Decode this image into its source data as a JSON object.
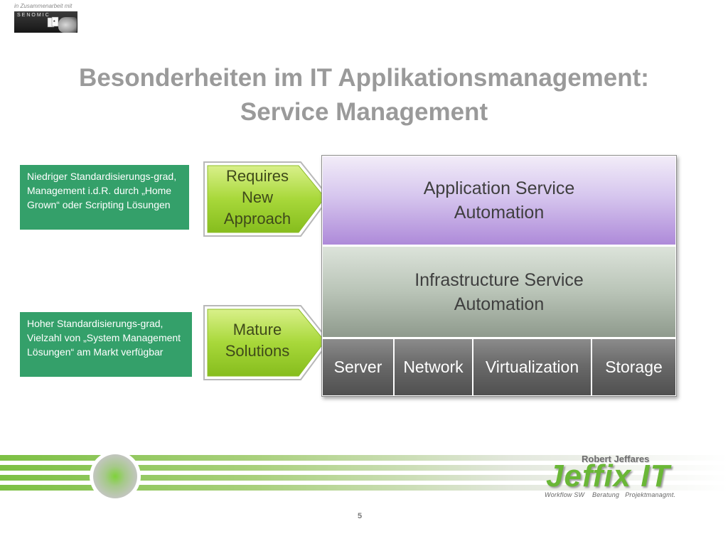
{
  "header": {
    "collaboration_text": "in Zusammenarbeit mit",
    "partner_logo_text": "SENOMIC"
  },
  "title": {
    "line1": "Besonderheiten im IT Applikationsmanagement:",
    "line2": "Service Management"
  },
  "notes": [
    {
      "text": "Niedriger Standardisierungs-grad, Management i.d.R. durch „Home Grown“ oder Scripting Lösungen"
    },
    {
      "text": "Hoher Standardisierungs-grad, Vielzahl von „System Management Lösungen“ am Markt verfügbar"
    }
  ],
  "arrows": [
    {
      "line1": "Requires",
      "line2": "New",
      "line3": "Approach"
    },
    {
      "line1": "Mature",
      "line2": "Solutions"
    }
  ],
  "stack": {
    "application_layer": {
      "line1": "Application Service",
      "line2": "Automation"
    },
    "infrastructure_layer": {
      "line1": "Infrastructure Service",
      "line2": "Automation"
    },
    "components": [
      "Server",
      "Network",
      "Virtualization",
      "Storage"
    ]
  },
  "footer": {
    "person": "Robert Jeffares",
    "brand": "Jeffix IT",
    "tagline": "Workflow SW    Beratung   Projektmanagmt.",
    "page_number": "5"
  },
  "colors": {
    "note_bg": "#34a06a",
    "arrow_green": "#9ccf2e",
    "brand_green": "#6ab737",
    "title_gray": "#9a9a9a"
  }
}
